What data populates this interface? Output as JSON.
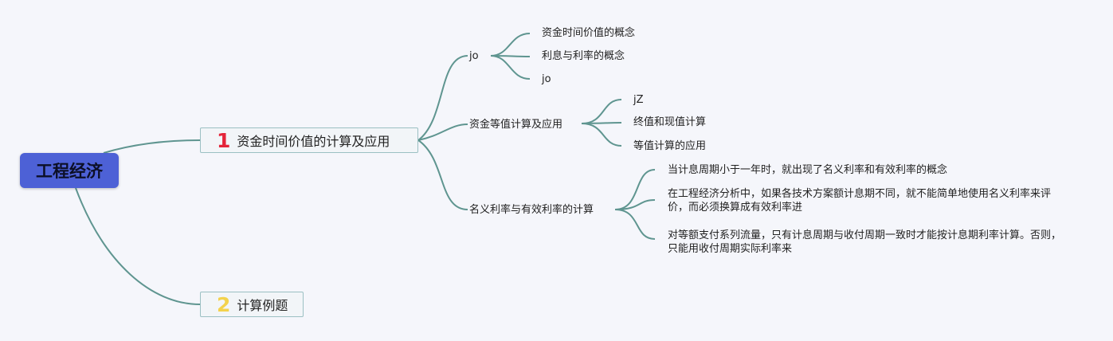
{
  "root": {
    "label": "工程经济"
  },
  "branches": [
    {
      "number": "1",
      "label": "资金时间价值的计算及应用",
      "children": [
        {
          "label": "jo",
          "children": [
            "资金时间价值的概念",
            "利息与利率的概念",
            "jo"
          ]
        },
        {
          "label": "资金等值计算及应用",
          "children": [
            "jZ",
            "终值和现值计算",
            "等值计算的应用"
          ]
        },
        {
          "label": "名义利率与有效利率的计算",
          "children": [
            "当计息周期小于一年时，就出现了名义利率和有效利率的概念",
            "在工程经济分析中，如果各技术方案额计息期不同，就不能简单地使用名义利率来评价，而必须换算成有效利率进",
            "对等额支付系列流量，只有计息周期与收付周期一致时才能按计息期利率计算。否则，只能用收付周期实际利率来"
          ]
        }
      ]
    },
    {
      "number": "2",
      "label": "计算例题",
      "children": []
    }
  ],
  "colors": {
    "connector": "#5f9590",
    "root_bg": "#4d61d6",
    "num1": "#e4253a",
    "num2": "#f3d24c"
  }
}
